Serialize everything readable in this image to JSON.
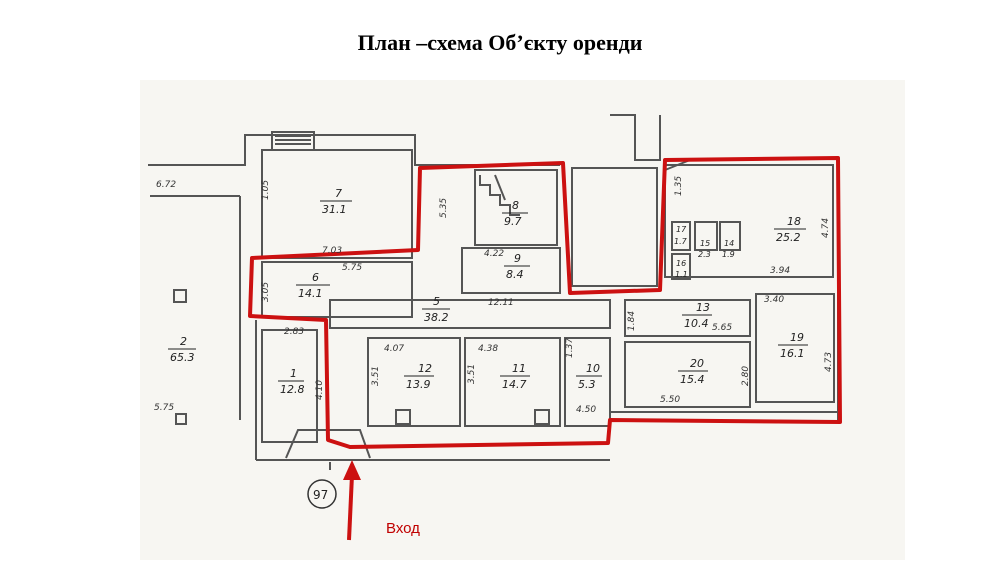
{
  "title": "План –схема Об’єкту оренди",
  "entrance_label": "Вход",
  "stamp_label": "97",
  "colors": {
    "boundary": "#cc1111",
    "wall": "#555555",
    "paper": "#f7f6f2"
  },
  "rooms": [
    {
      "id": "1",
      "no": "1",
      "area": "12.8"
    },
    {
      "id": "2",
      "no": "2",
      "area": "65.3"
    },
    {
      "id": "5",
      "no": "5",
      "area": "38.2"
    },
    {
      "id": "6",
      "no": "6",
      "area": "14.1"
    },
    {
      "id": "7",
      "no": "7",
      "area": "31.1"
    },
    {
      "id": "8",
      "no": "8",
      "area": "9.7"
    },
    {
      "id": "9",
      "no": "9",
      "area": "8.4"
    },
    {
      "id": "10",
      "no": "10",
      "area": "5.3"
    },
    {
      "id": "11",
      "no": "11",
      "area": "14.7"
    },
    {
      "id": "12",
      "no": "12",
      "area": "13.9"
    },
    {
      "id": "13",
      "no": "13",
      "area": "10.4"
    },
    {
      "id": "14",
      "no": "14",
      "area": "1.9"
    },
    {
      "id": "15",
      "no": "15",
      "area": "2.3"
    },
    {
      "id": "16",
      "no": "16",
      "area": "1.1"
    },
    {
      "id": "17",
      "no": "17",
      "area": "1.7"
    },
    {
      "id": "18",
      "no": "18",
      "area": "25.2"
    },
    {
      "id": "19",
      "no": "19",
      "area": "16.1"
    },
    {
      "id": "20",
      "no": "20",
      "area": "15.4"
    }
  ],
  "dimensions": {
    "d_6_72": "6.72",
    "d_1_05": "1.05",
    "d_7_03": "7.03",
    "d_5_35": "5.35",
    "d_4_22": "4.22",
    "d_3_05": "3.05",
    "d_5_75a": "5.75",
    "d_12_11": "12.11",
    "d_2_83": "2.83",
    "d_1_84": "1.84",
    "d_5_65": "5.65",
    "d_4_07": "4.07",
    "d_4_38": "4.38",
    "d_1_37": "1.37",
    "d_3_51a": "3.51",
    "d_3_51b": "3.51",
    "d_4_10": "4.10",
    "d_4_50": "4.50",
    "d_5_50": "5.50",
    "d_2_80": "2.80",
    "d_3_40": "3.40",
    "d_4_73": "4.73",
    "d_4_74": "4.74",
    "d_3_94": "3.94",
    "d_1_35": "1.35",
    "d_5_75b": "5.75"
  }
}
